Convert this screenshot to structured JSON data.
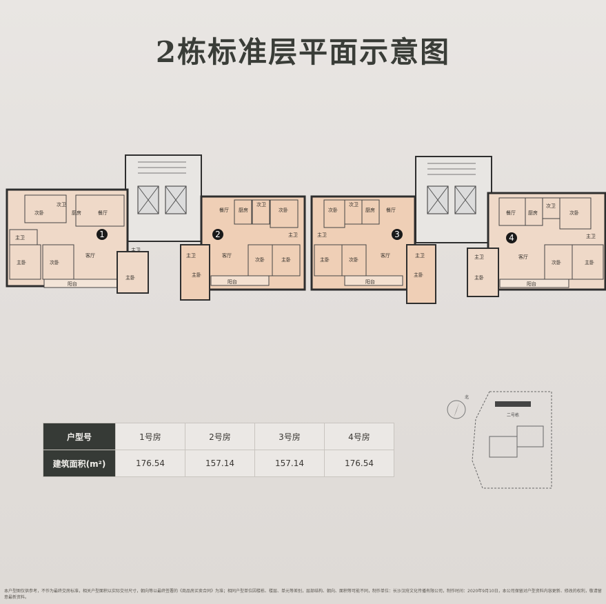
{
  "title": "2栋标准层平面示意图",
  "units": [
    {
      "number": "1",
      "rooms": [
        "次卧",
        "次卫",
        "厨房",
        "餐厅",
        "主卫",
        "主卧",
        "次卧",
        "客厅",
        "阳台",
        "主卧",
        "主卫"
      ]
    },
    {
      "number": "2",
      "rooms": [
        "餐厅",
        "厨房",
        "次卫",
        "次卧",
        "主卫",
        "客厅",
        "次卧",
        "主卧",
        "阳台",
        "主卫",
        "主卧"
      ]
    },
    {
      "number": "3",
      "rooms": [
        "次卧",
        "次卫",
        "厨房",
        "餐厅",
        "主卫",
        "主卧",
        "次卧",
        "客厅",
        "阳台",
        "主卫",
        "主卧"
      ]
    },
    {
      "number": "4",
      "rooms": [
        "餐厅",
        "厨房",
        "次卫",
        "次卧",
        "主卫",
        "客厅",
        "次卧",
        "主卧",
        "阳台",
        "主卫",
        "主卧"
      ]
    }
  ],
  "area_table": {
    "header_label": "户型号",
    "row_label": "建筑面积(m²)",
    "columns": [
      "1号房",
      "2号房",
      "3号房",
      "4号房"
    ],
    "values": [
      "176.54",
      "157.14",
      "157.14",
      "176.54"
    ]
  },
  "site_plan": {
    "north": "北",
    "building_label": "二号栋"
  },
  "footnote": "本户型图仅供参考，不作为最终交房标准，相关户型面积以实际交付尺寸，朝向等以最终签署的《商品房买卖合同》为准；相同户型单位因楼栋、楼层、单元等差别，层部结构、朝向、面积等可能不同，制作单位：长沙汉府文化传播有限公司，制作时间：2020年9月10日，本公司保留对户型资料内容更新、修改的权利，敬请留意最新资料。",
  "colors": {
    "unit_fill": "#efd9c8",
    "unit_fill_alt": "#efcfb6",
    "wall": "#2e2e2e",
    "table_header": "#363a36"
  }
}
